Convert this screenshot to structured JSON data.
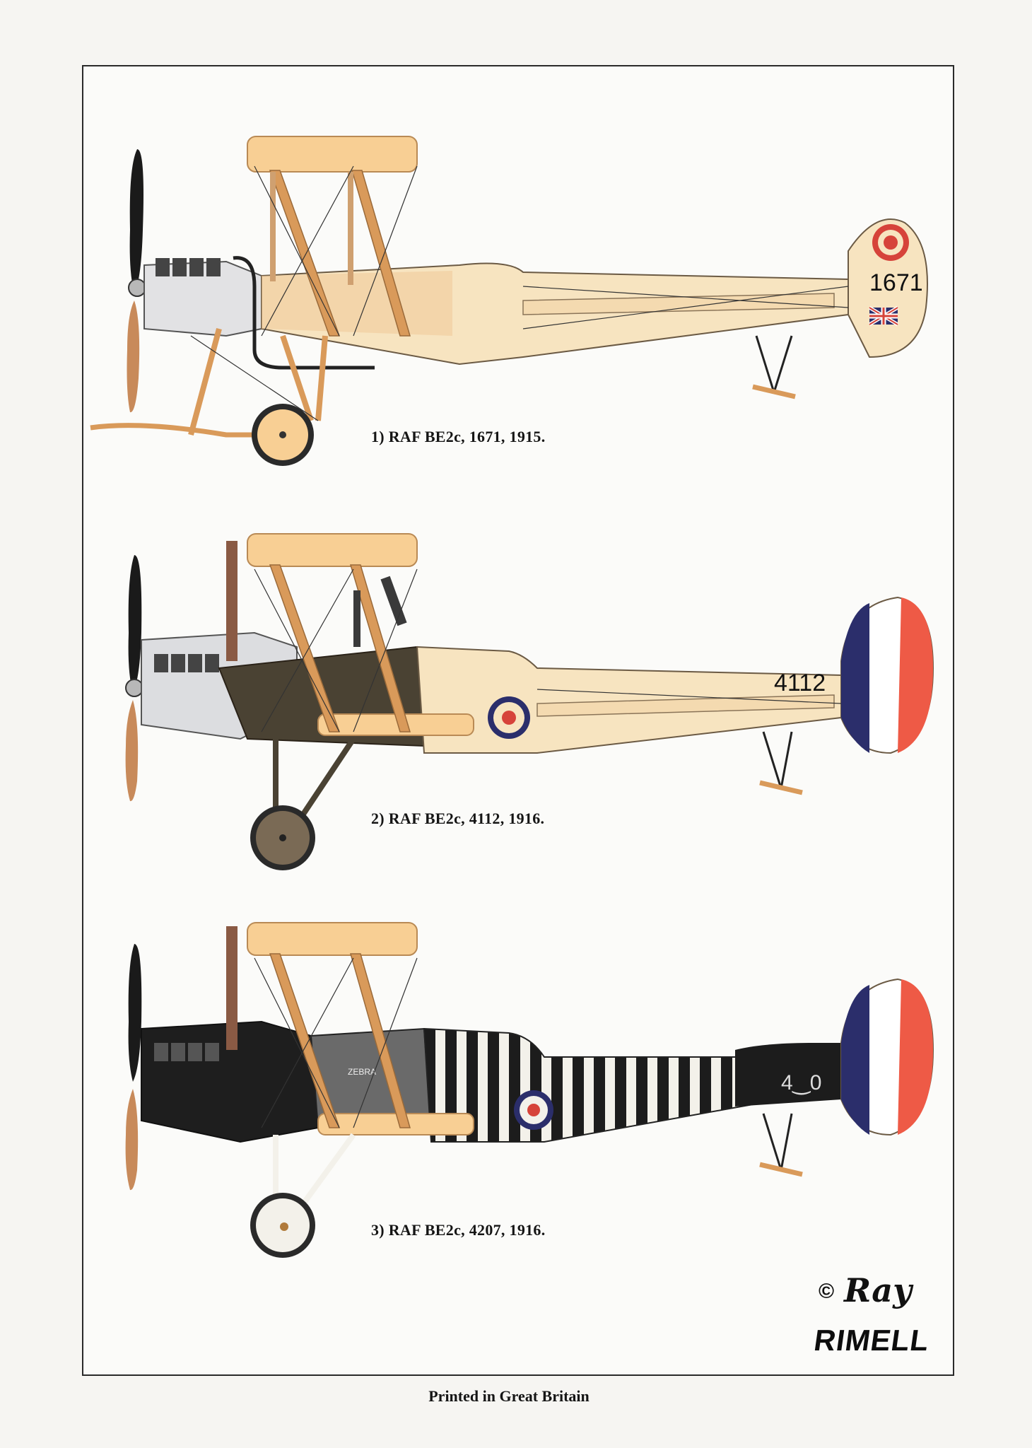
{
  "plates": [
    {
      "caption": "1) RAF BE2c, 1671, 1915.",
      "serial": "1671",
      "scheme": "clear-doped",
      "rudder": "plain-with-roundel-and-union-flag"
    },
    {
      "caption": "2) RAF BE2c, 4112, 1916.",
      "serial": "4112",
      "scheme": "dark-nose",
      "rudder": "tricolour"
    },
    {
      "caption": "3) RAF BE2c, 4207, 1916.",
      "serial": "4‿0",
      "scheme": "zebra-stripes",
      "rudder": "tricolour",
      "fuselage_text": "ZEBRA"
    }
  ],
  "copyright": {
    "symbol": "©",
    "signature": "Ray",
    "brand": "RIMELL"
  },
  "footer": "Printed in Great Britain",
  "colors": {
    "linen": "#f7e4c0",
    "wing": "#f8cf94",
    "strut": "#d99a5a",
    "propeller": "#1a1a1a",
    "roundel_blue": "#2b2e6b",
    "roundel_red": "#d6433a",
    "tail_red": "#ee5a46",
    "dark_panel": "#4a4233",
    "stripe_black": "#1c1c1c"
  }
}
